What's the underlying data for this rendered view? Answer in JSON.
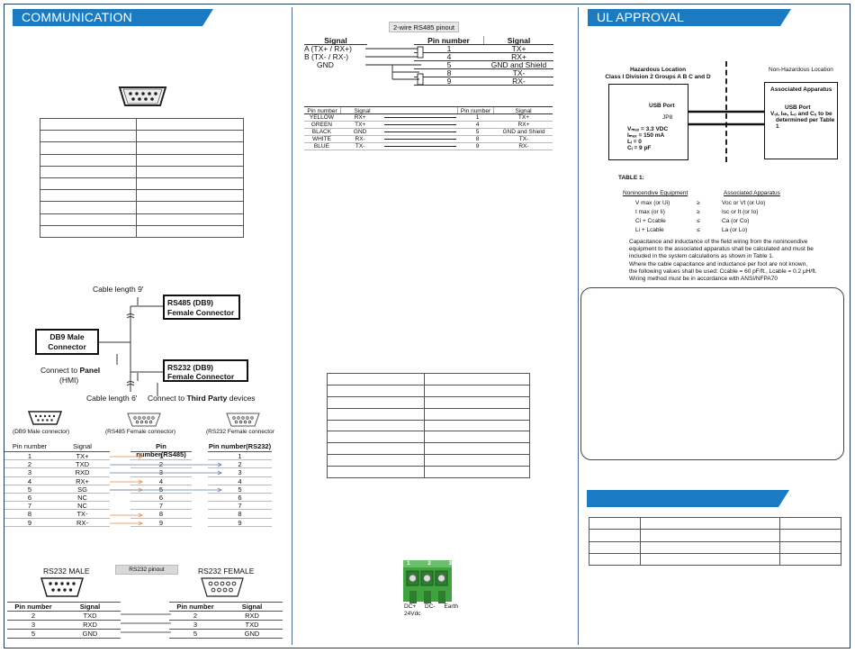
{
  "sections": {
    "communication_title": "COMMUNICATION",
    "ul_title": "UL APPROVAL"
  },
  "rs485_pinout": {
    "label": "2-wire RS485 pinout",
    "signal_header": "Signal",
    "signals": [
      "A (TX+ / RX+)",
      "B (TX- / RX-)",
      "GND"
    ],
    "pin_headers": [
      "Pin number",
      "Signal"
    ],
    "pins": [
      {
        "pin": "1",
        "signal": "TX+"
      },
      {
        "pin": "4",
        "signal": "RX+"
      },
      {
        "pin": "5",
        "signal": "GND and Shield"
      },
      {
        "pin": "8",
        "signal": "TX-"
      },
      {
        "pin": "9",
        "signal": "RX-"
      }
    ]
  },
  "color_table": {
    "headers": [
      "Pin number",
      "Signal",
      "Pin number",
      "Signal"
    ],
    "rows": [
      {
        "color": "YELLOW",
        "sig": "RX+",
        "pin": "1",
        "sig2": "TX+"
      },
      {
        "color": "GREEN",
        "sig": "TX+",
        "pin": "4",
        "sig2": "RX+"
      },
      {
        "color": "BLACK",
        "sig": "GND",
        "pin": "5",
        "sig2": "GND and Shield"
      },
      {
        "color": "WHITE",
        "sig": "RX-",
        "pin": "8",
        "sig2": "TX-"
      },
      {
        "color": "BLUE",
        "sig": "TX-",
        "pin": "9",
        "sig2": "RX-"
      }
    ]
  },
  "cable_diagram": {
    "cable_top": "Cable length 9'",
    "rs485_box": [
      "RS485 (DB9)",
      "Female Connector"
    ],
    "db9_box": [
      "DB9 Male",
      "Connector"
    ],
    "connect_panel": [
      "Connect to ",
      "Panel"
    ],
    "hmi": "(HMI)",
    "rs232_box": [
      "RS232 (DB9)",
      "Female Connector"
    ],
    "cable_bottom": "Cable length 6'",
    "connect_third": [
      "Connect to ",
      "Third Party",
      " devices"
    ]
  },
  "connector_labels": {
    "db9_male": "(DB9 Male connector)",
    "rs485_female": "(RS485 Female connector)",
    "rs232_female": "(RS232 Female connector"
  },
  "db9_map": {
    "headers": [
      "Pin number",
      "Signal",
      "Pin number(RS485)",
      "Pin number(RS232)"
    ],
    "rows": [
      {
        "pin": "1",
        "sig": "TX+",
        "rs485": "1",
        "rs232": "1"
      },
      {
        "pin": "2",
        "sig": "TXD",
        "rs485": "2",
        "rs232": "2"
      },
      {
        "pin": "3",
        "sig": "RXD",
        "rs485": "3",
        "rs232": "3"
      },
      {
        "pin": "4",
        "sig": "RX+",
        "rs485": "4",
        "rs232": "4"
      },
      {
        "pin": "5",
        "sig": "SG",
        "rs485": "5",
        "rs232": "5"
      },
      {
        "pin": "6",
        "sig": "NC",
        "rs485": "6",
        "rs232": "6"
      },
      {
        "pin": "7",
        "sig": "NC",
        "rs485": "7",
        "rs232": "7"
      },
      {
        "pin": "8",
        "sig": "TX-",
        "rs485": "8",
        "rs232": "8"
      },
      {
        "pin": "9",
        "sig": "RX-",
        "rs485": "9",
        "rs232": "9"
      }
    ]
  },
  "rs232_pinout": {
    "male": "RS232 MALE",
    "label": "RS232 pinout",
    "female": "RS232 FEMALE",
    "headers": [
      "Pin number",
      "Signal"
    ],
    "rows": [
      {
        "pin": "2",
        "sig": "TXD",
        "fpin": "2",
        "fsig": "RXD"
      },
      {
        "pin": "3",
        "sig": "RXD",
        "fpin": "3",
        "fsig": "TXD"
      },
      {
        "pin": "5",
        "sig": "GND",
        "fpin": "5",
        "fsig": "GND"
      }
    ]
  },
  "power_terminal": {
    "numbers": [
      "1",
      "2",
      "3"
    ],
    "labels": [
      "DC+",
      "DC-",
      "Earth"
    ],
    "voltage": "24Vdc"
  },
  "ul": {
    "hazard_title": [
      "Hazardous Location",
      "Class I Division 2 Groups A B C and D"
    ],
    "nonhazard_title": "Non-Hazardous Location",
    "usb_port": "USB Port",
    "jp": "JP8",
    "vmax": "Vₘₐₓ = 3.3 VDC",
    "imax": "Iₘₐₓ = 150 mA",
    "li": "Lᵢ = 0",
    "ci": "Cᵢ = 9 pF",
    "assoc": "Associated Apparatus",
    "assoc_usb": "USB Port",
    "assoc_text": "Vₒₗ, Iₛₕ, Lₒ and Cₒ to be",
    "assoc_text2": "determined per Table 1",
    "table_title": "TABLE 1:",
    "col1": "Nonincendive  Equipment",
    "col2": "Associated Apparatus",
    "rows": [
      {
        "a": "V max (or Ui)",
        "op": "≥",
        "b": "Voc or Vt (or Uo)"
      },
      {
        "a": "I max (or Ii)",
        "op": "≥",
        "b": "Isc or It (or Io)"
      },
      {
        "a": "Ci + Ccable",
        "op": "≤",
        "b": "Ca (or Co)"
      },
      {
        "a": "Li + Lcable",
        "op": "≤",
        "b": "La (or Lo)"
      }
    ],
    "notes": [
      "Capacitance and inductance of the field wiring from the nonincendive",
      "equipment to the associated apparatus shall be calculated and must be",
      "included in the system calculations as shown in Table 1.",
      "Where the cable capacitance and inductance per foot are not known,",
      "the following values shall be used: Ccable = 60 pF/ft., Lcable = 0.2 μH/ft.",
      "Wiring method must be in accordance with ANSI/NFPA70"
    ]
  },
  "colors": {
    "banner": "#1a7bc3",
    "frame": "#1f3b5c",
    "terminal_green": "#3fa33f",
    "arrow_orange": "#e8894a",
    "arrow_blue": "#5b7fb5"
  }
}
